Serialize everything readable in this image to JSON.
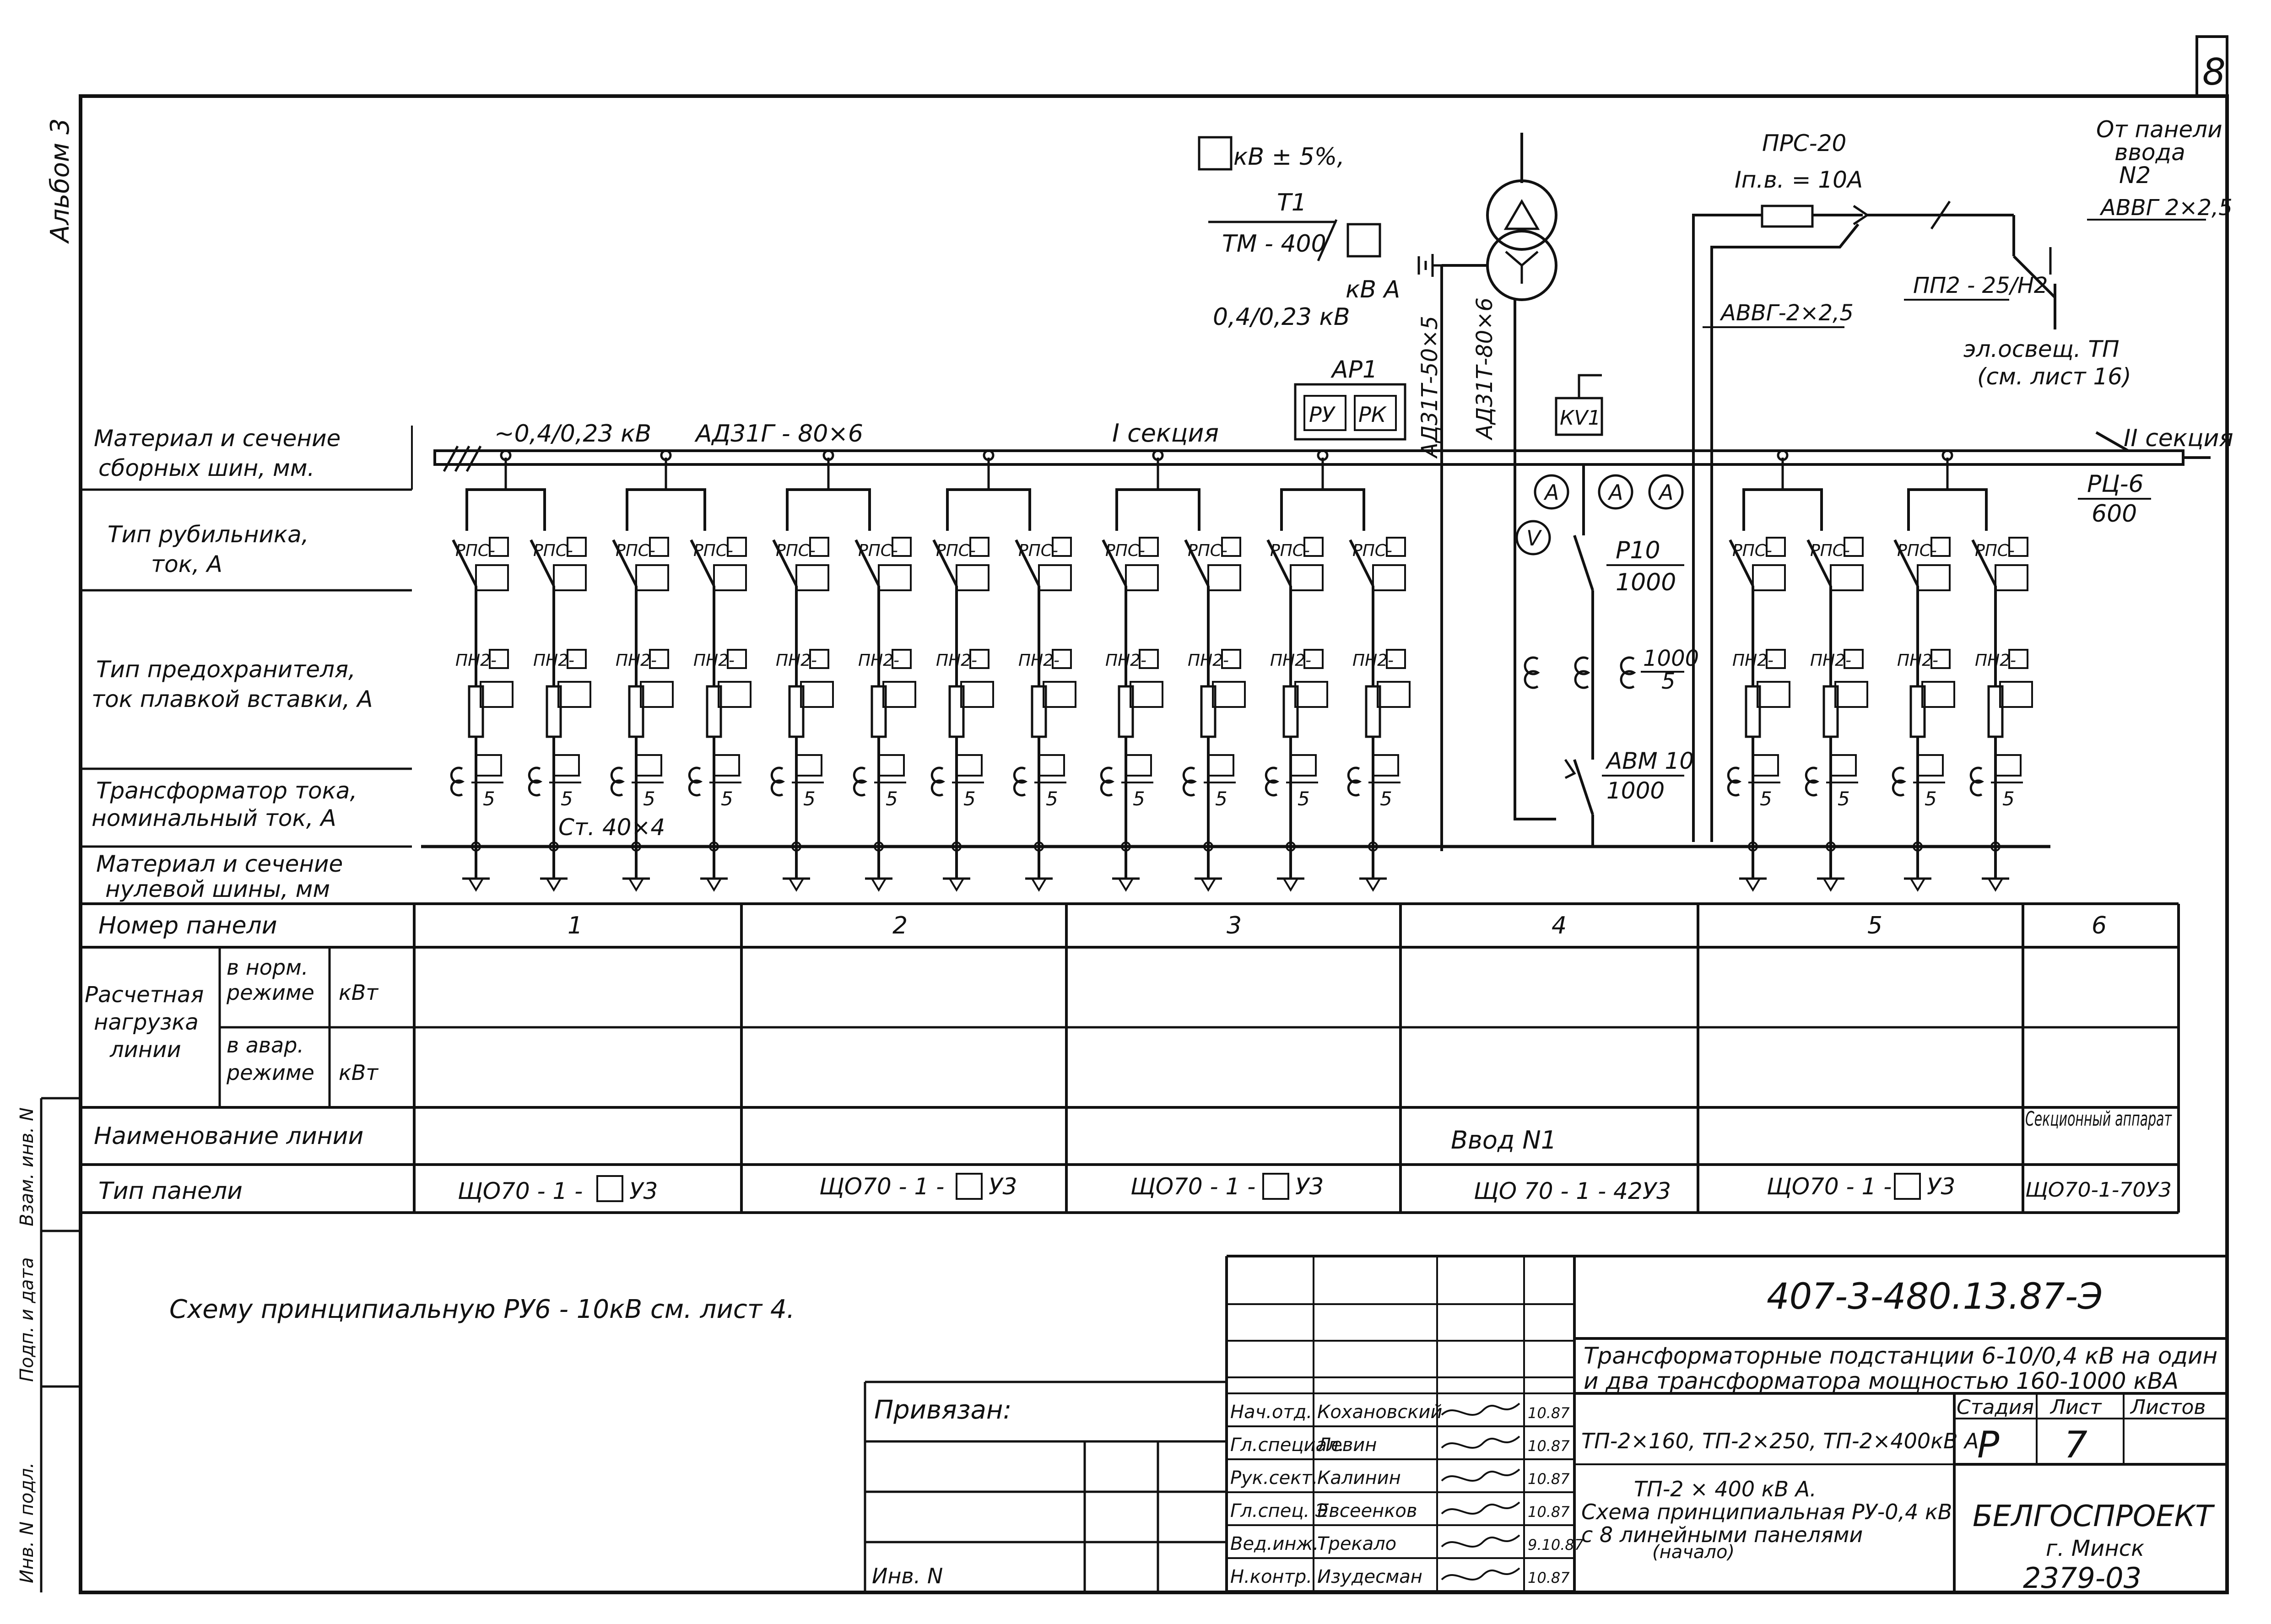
{
  "sheet": {
    "number": "8",
    "album": "Альбом 3",
    "left_strip": [
      "Взам. инв. N",
      "Подп. и дата",
      "Инв. N подл."
    ]
  },
  "transformer": {
    "voltage_box_suffix": "кВ ± 5%,",
    "name": "Т1",
    "type": "ТМ - 400",
    "kva": "кВ А",
    "voltage": "0,4/0,23 кВ",
    "cable1": "АД31Т-50×5",
    "cable2": "АД31Т-80×6"
  },
  "relay": {
    "name": "АР1",
    "ru": "РУ",
    "rk": "РК",
    "kv": "КV1"
  },
  "fuse_top": {
    "name": "ПРС-20",
    "current": "Iп.в. = 10А"
  },
  "from_panel": {
    "line1": "От панели",
    "line2": "ввода",
    "line3": "N2",
    "cable": "АВВГ 2×2,5"
  },
  "lighting": {
    "cable": "АВВГ-2×2,5",
    "switch": "ПП2 - 25/Н2",
    "line1": "эл.освещ. ТП",
    "line2": "(см. лист 16)"
  },
  "busbar": {
    "voltage": "~0,4/0,23 кВ",
    "type": "АД31Г - 80×6",
    "section1": "I секция",
    "section2": "II секция",
    "breaker": "РЦ-6",
    "breaker_current": "600"
  },
  "input_panel": {
    "switch": "Р10",
    "switch_current": "1000",
    "ct": "1000",
    "ct_den": "5",
    "breaker": "АВМ 10",
    "breaker_current": "1000",
    "amp": "А",
    "volt": "V"
  },
  "feeders": {
    "switch_prefix": "РПС-",
    "fuse_prefix": "ПН2-",
    "ct_den": "5",
    "neutral_bus": "Ст.  40×4"
  },
  "row_labels": {
    "busbar_line1": "Материал и сечение",
    "busbar_line2": "сборных  шин, мм.",
    "switch_line1": "Тип рубильника,",
    "switch_line2": "ток,   А",
    "fuse_line1": "Тип предохранителя,",
    "fuse_line2": "ток плавкой вставки, А",
    "ct_line1": "Трансформатор тока,",
    "ct_line2": "номинальный ток, А",
    "neutral_line1": "Материал и сечение",
    "neutral_line2": "нулевой шины, мм",
    "panel_number": "Номер  панели",
    "load1": "Расчетная",
    "load2": "нагрузка",
    "load3": "линии",
    "mode_norm1": "в норм.",
    "mode_norm2": "режиме",
    "mode_avar1": "в авар.",
    "mode_avar2": "режиме",
    "unit": "кВт",
    "line_name": "Наименование  линии",
    "panel_type": "Тип  панели"
  },
  "panels": {
    "numbers": [
      "1",
      "2",
      "3",
      "4",
      "5",
      "6"
    ],
    "names": [
      "",
      "",
      "",
      "Ввод  N1",
      "",
      "Секционный аппарат"
    ],
    "types": [
      "ЩО70 - 1 -",
      "ЩО70 - 1 -",
      "ЩО70 - 1 -",
      "ЩО 70 - 1 - 42У3",
      "ЩО70 - 1 -",
      "ЩО70-1-70У3"
    ],
    "type_suffix": "У3"
  },
  "note": "Схему принципиальную  РУ6 - 10кВ  см.  лист 4.",
  "binding": {
    "label": "Привязан:",
    "inv": "Инв. N"
  },
  "title_block": {
    "code": "407-3-480.13.87-Э",
    "project1": "Трансформаторные подстанции 6-10/0,4 кВ на один",
    "project2": "и два трансформатора мощностью 160-1000 кВА",
    "variants": "ТП-2×160, ТП-2×250, ТП-2×400кВ А",
    "sheet_title1": "ТП-2 × 400 кВ А.",
    "sheet_title2": "Схема принципиальная РУ-0,4 кВ",
    "sheet_title3": "с 8 линейными панелями",
    "sheet_title4": "(начало)",
    "stage_label": "Стадия",
    "sheet_label": "Лист",
    "sheets_label": "Листов",
    "stage": "Р",
    "sheet_no": "7",
    "org": "БЕЛГОСПРОЕКТ",
    "city": "г. Минск",
    "archive": "2379-03",
    "staff": [
      {
        "role": "Нач.отд.",
        "name": "Кохановский",
        "date": "10.87"
      },
      {
        "role": "Гл.специал.",
        "name": "Левин",
        "date": "10.87"
      },
      {
        "role": "Рук.сект.",
        "name": "Калинин",
        "date": "10.87"
      },
      {
        "role": "Гл.спец. Э",
        "name": "Евсеенков",
        "date": "10.87"
      },
      {
        "role": "Вед.инж.",
        "name": "Трекало",
        "date": "9.10.87"
      },
      {
        "role": "Н.контр.",
        "name": "Изудесман",
        "date": "10.87"
      }
    ]
  }
}
